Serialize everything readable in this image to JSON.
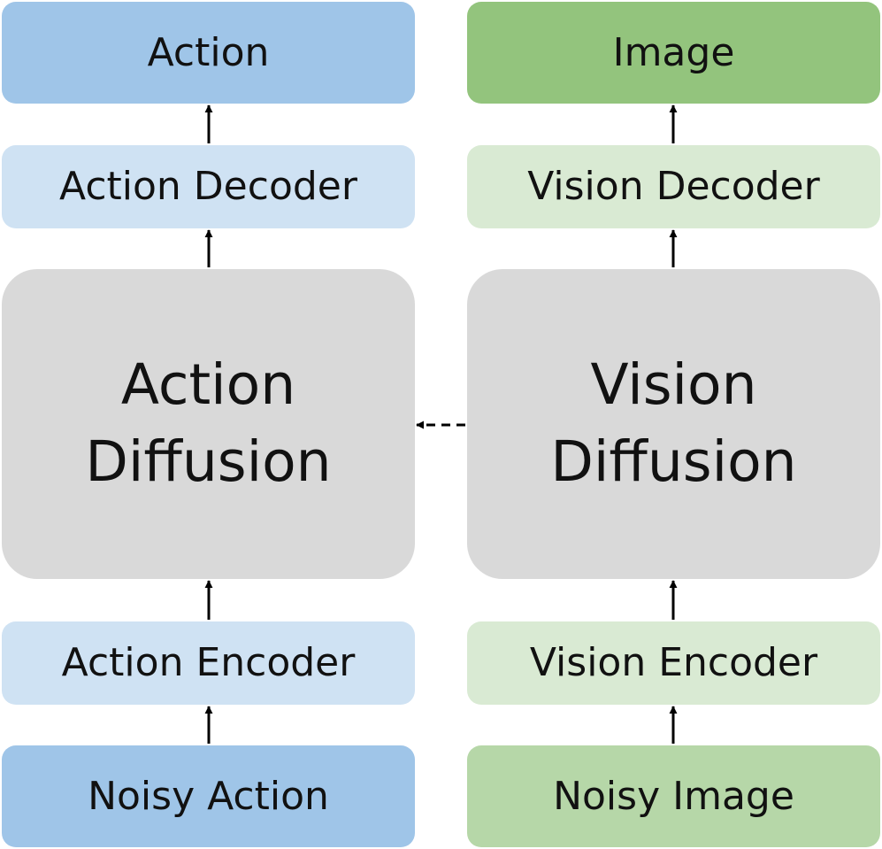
{
  "colors": {
    "action_dark": "#9fc5e8",
    "action_light": "#cfe2f3",
    "vision_dark": "#93c47d",
    "vision_light": "#d9ead3",
    "vision_noisy": "#b6d7a8",
    "diffusion": "#d9d9d9",
    "text": "#111111",
    "arrow": "#000000"
  },
  "action_column": {
    "output": "Action",
    "decoder": "Action Decoder",
    "diffusion_line1": "Action",
    "diffusion_line2": "Diffusion",
    "encoder": "Action Encoder",
    "input": "Noisy Action"
  },
  "vision_column": {
    "output": "Image",
    "decoder": "Vision Decoder",
    "diffusion_line1": "Vision",
    "diffusion_line2": "Diffusion",
    "encoder": "Vision Encoder",
    "input": "Noisy Image"
  }
}
